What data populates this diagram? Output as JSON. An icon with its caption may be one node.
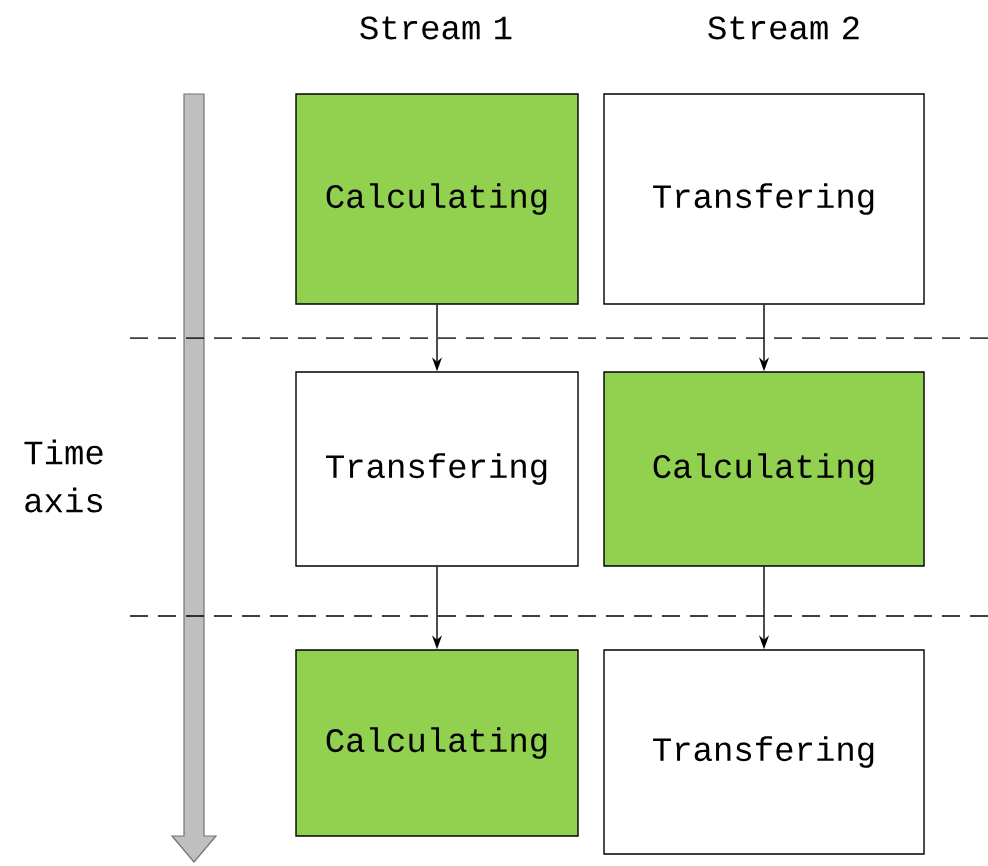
{
  "diagram": {
    "nodes": [
      {
        "text": [
          "Calculating"
        ]
      },
      {
        "text": [
          "Transfering"
        ]
      },
      {
        "text": [
          "Transfering"
        ]
      },
      {
        "text": [
          "Calculating"
        ]
      },
      {
        "text": [
          "Calculating"
        ]
      },
      {
        "text": [
          "Transfering"
        ]
      }
    ],
    "edges": [
      {
        "from": 0,
        "to": 2,
        "arrow": "to"
      },
      {
        "from": 2,
        "to": 4,
        "arrow": "to"
      },
      {
        "from": 1,
        "to": 3,
        "arrow": "to"
      },
      {
        "from": 3,
        "to": 5,
        "arrow": "to"
      }
    ],
    "labels": [
      "Stream 1",
      "Stream 2",
      "Time axis"
    ]
  }
}
